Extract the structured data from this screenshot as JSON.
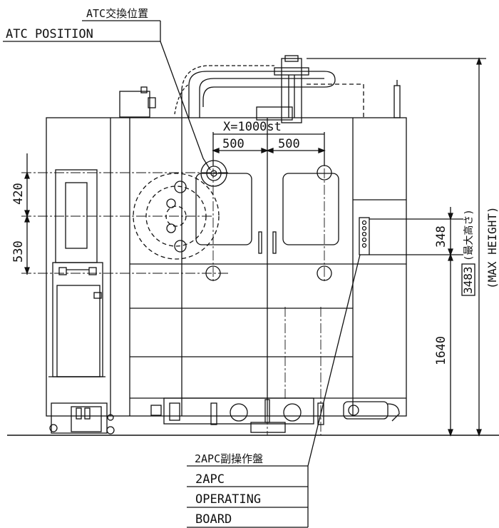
{
  "labels": {
    "atc_jp": "ATC交換位置",
    "atc_en": "ATC POSITION",
    "apc_jp": "2APC副操作盤",
    "apc_en1": "2APC",
    "apc_en2": "OPERATING",
    "apc_en3": "BOARD"
  },
  "dimensions": {
    "stroke": "X=1000st",
    "x_left": "500",
    "x_right": "500",
    "y_upper": "420",
    "y_lower": "530",
    "board_height": "348",
    "base_height": "1640",
    "max_height": "3483",
    "max_height_jp": "(最大高さ)",
    "max_height_en": "(MAX HEIGHT)"
  },
  "colors": {
    "line": "#111111",
    "background": "#ffffff"
  }
}
